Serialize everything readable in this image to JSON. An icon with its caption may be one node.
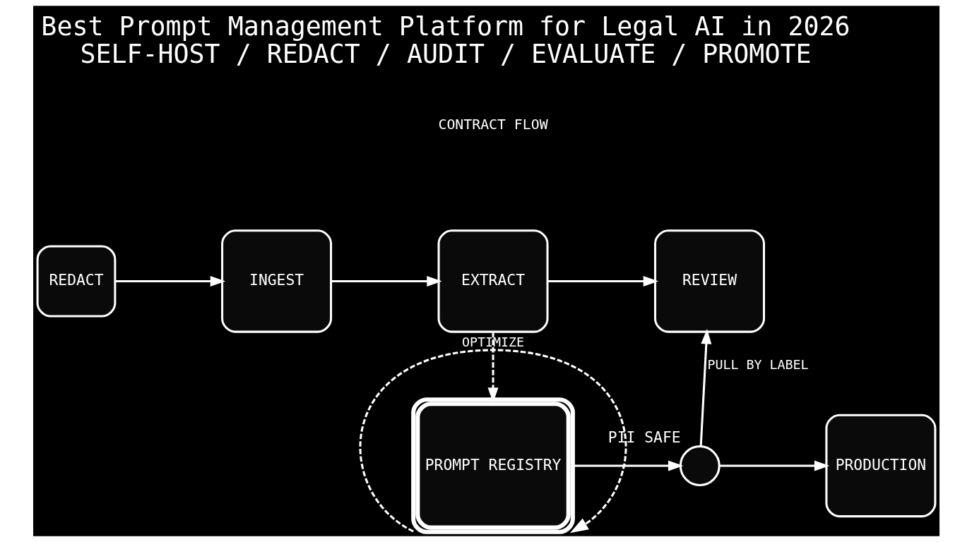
{
  "diagram": {
    "title": "Best Prompt Management Platform for Legal AI in 2026",
    "caption": "SELF-HOST / REDACT / AUDIT / EVALUATE / PROMOTE",
    "nodes": [
      {
        "text": [
          "REDACT"
        ]
      },
      {
        "text": [
          "INGEST"
        ]
      },
      {
        "text": [
          "EXTRACT"
        ]
      },
      {
        "text": [
          "REVIEW"
        ]
      },
      {
        "text": [
          "PROMPT REGISTRY"
        ]
      },
      {
        "text": [],
        "shape": "circle",
        "beside": [
          "PII SAFE"
        ]
      },
      {
        "text": [
          "PRODUCTION"
        ]
      }
    ],
    "edges": [
      {
        "from": 0,
        "to": 1,
        "arrow": "to"
      },
      {
        "from": 1,
        "to": 2,
        "arrow": "to"
      },
      {
        "from": 2,
        "to": 3,
        "arrow": "to"
      },
      {
        "from": 2,
        "to": 4,
        "arrow": "to",
        "style": "dashed"
      },
      {
        "from": 4,
        "to": 5,
        "arrow": "to"
      },
      {
        "from": 5,
        "to": 6,
        "arrow": "to"
      },
      {
        "from": 5,
        "to": 3,
        "arrow": "to",
        "label": "PULL BY LABEL"
      },
      {
        "from": 4,
        "to": 4,
        "arrow": "to",
        "style": "dashed",
        "label": "OPTIMIZE"
      }
    ],
    "labels": [
      "CONTRACT FLOW"
    ]
  }
}
